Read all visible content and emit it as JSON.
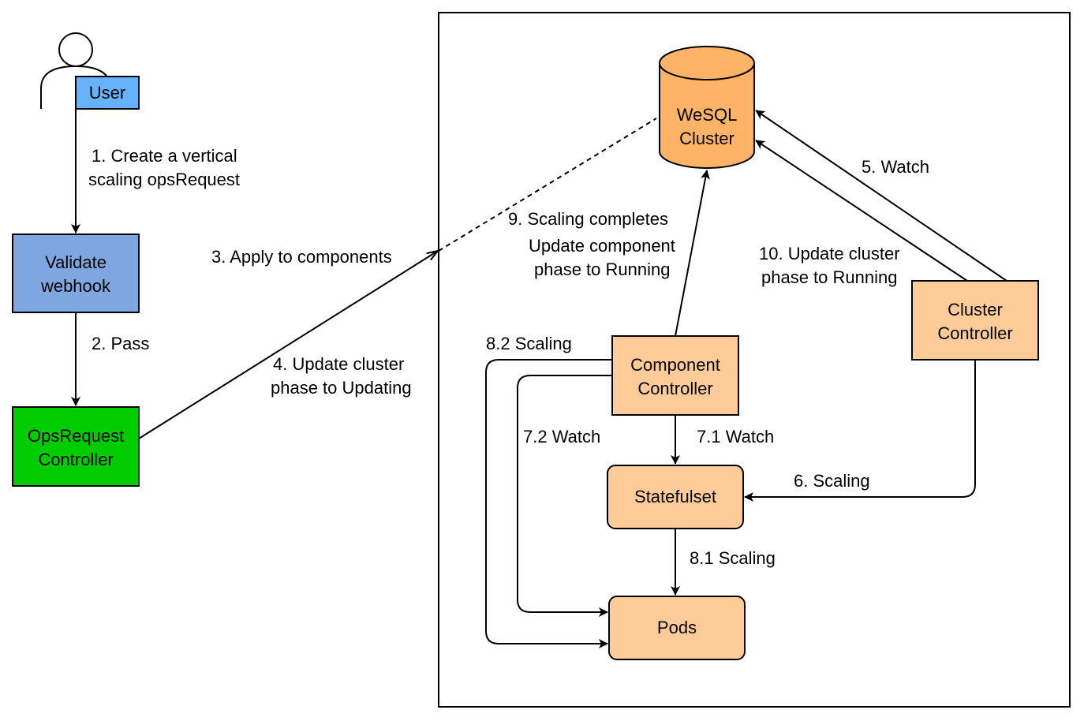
{
  "colors": {
    "user_label_fill": "#66b2ff",
    "webhook_fill": "#7ea6e0",
    "opsrequest_fill": "#00cc00",
    "controller_fill": "#ffcc99",
    "cluster_fill": "#ffb366",
    "stroke": "#000000"
  },
  "icons": {
    "user": "person-outline-icon",
    "cluster": "database-cylinder-icon"
  },
  "nodes": {
    "user": "User",
    "validate_webhook": [
      "Validate",
      "webhook"
    ],
    "opsrequest_controller": [
      "OpsRequest",
      "Controller"
    ],
    "wesql_cluster": [
      "WeSQL",
      "Cluster"
    ],
    "component_controller": [
      "Component",
      "Controller"
    ],
    "cluster_controller": [
      "Cluster",
      "Controller"
    ],
    "statefulset": "Statefulset",
    "pods": "Pods"
  },
  "edges": {
    "create_opsrequest": [
      "1. Create a vertical",
      "scaling opsRequest"
    ],
    "pass": "2. Pass",
    "apply_components": "3. Apply to components",
    "update_updating": [
      "4. Update cluster",
      "phase to Updating"
    ],
    "watch_5": "5. Watch",
    "scaling_6": "6. Scaling",
    "watch_71": "7.1 Watch",
    "watch_72": "7.2 Watch",
    "scaling_81": "8.1 Scaling",
    "scaling_82": "8.2 Scaling",
    "scaling_completes": [
      "9. Scaling completes",
      "Update component",
      "phase to Running"
    ],
    "update_running": [
      "10. Update cluster",
      "phase to Running"
    ]
  }
}
